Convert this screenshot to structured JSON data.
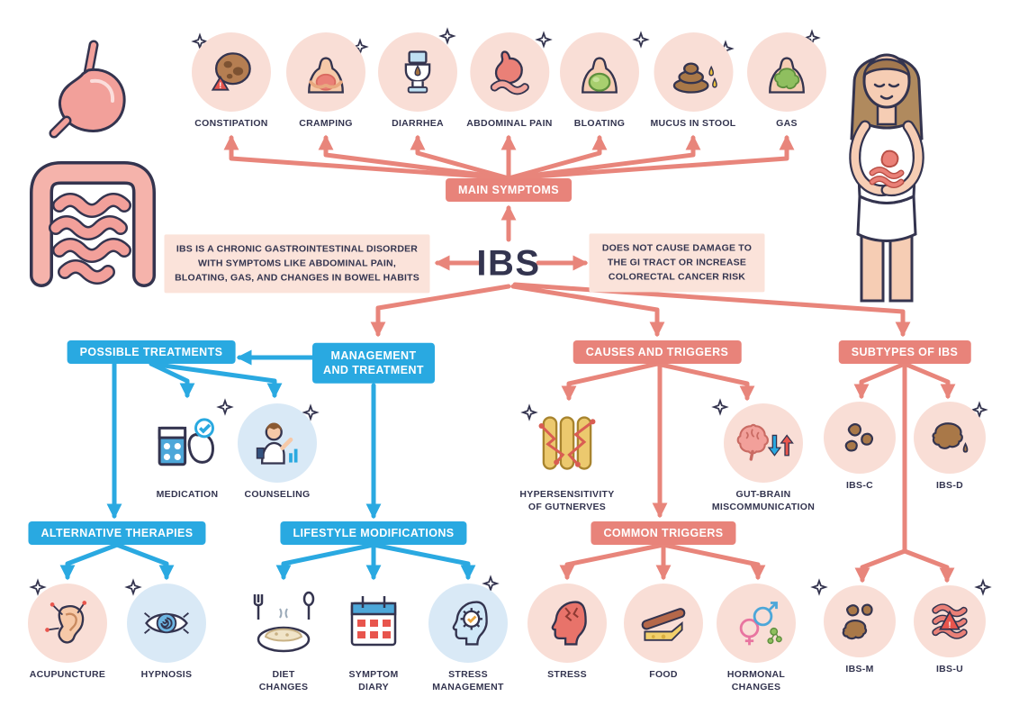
{
  "title": "IBS",
  "colors": {
    "accent_red": "#e8857b",
    "accent_blue": "#2aa9e1",
    "box_red": "#e8837a",
    "box_blue": "#29a9e1",
    "note_bg": "#fbe3da",
    "text_navy": "#33344f",
    "icon_pink_bg": "#f9ded6",
    "icon_blue_bg": "#d9e9f6"
  },
  "symptoms": {
    "header": "MAIN SYMPTOMS",
    "items": [
      {
        "label": "CONSTIPATION",
        "icon": "constipation-icon"
      },
      {
        "label": "CRAMPING",
        "icon": "cramping-icon"
      },
      {
        "label": "DIARRHEA",
        "icon": "diarrhea-icon"
      },
      {
        "label": "ABDOMINAL PAIN",
        "icon": "abdominal-pain-icon"
      },
      {
        "label": "BLOATING",
        "icon": "bloating-icon"
      },
      {
        "label": "MUCUS IN STOOL",
        "icon": "mucus-in-stool-icon"
      },
      {
        "label": "GAS",
        "icon": "gas-icon"
      }
    ]
  },
  "notes": {
    "definition": "IBS IS A CHRONIC GASTROINTESTINAL DISORDER WITH SYMPTOMS LIKE ABDOMINAL PAIN, BLOATING, GAS, AND CHANGES IN BOWEL HABITS",
    "reassurance": "DOES NOT CAUSE DAMAGE TO THE GI TRACT OR INCREASE COLORECTAL CANCER RISK"
  },
  "management": {
    "header": "MANAGEMENT AND TREATMENT"
  },
  "possible_treatments": {
    "header": "POSSIBLE TREATMENTS",
    "items": [
      {
        "label": "MEDICATION",
        "icon": "medication-icon"
      },
      {
        "label": "COUNSELING",
        "icon": "counseling-icon"
      }
    ]
  },
  "alternative_therapies": {
    "header": "ALTERNATIVE THERAPIES",
    "items": [
      {
        "label": "ACUPUNCTURE",
        "icon": "acupuncture-icon"
      },
      {
        "label": "HYPNOSIS",
        "icon": "hypnosis-icon"
      }
    ]
  },
  "lifestyle_modifications": {
    "header": "LIFESTYLE MODIFICATIONS",
    "items": [
      {
        "label": "DIET CHANGES",
        "icon": "diet-changes-icon"
      },
      {
        "label": "SYMPTOM DIARY",
        "icon": "symptom-diary-icon"
      },
      {
        "label": "STRESS MANAGEMENT",
        "icon": "stress-management-icon"
      }
    ]
  },
  "causes": {
    "header": "CAUSES AND TRIGGERS",
    "items": [
      {
        "label": "HYPERSENSITIVITY OF GUTNERVES",
        "icon": "gut-nerves-icon"
      },
      {
        "label": "GUT-BRAIN MISCOMMUNICATION",
        "icon": "gut-brain-icon"
      }
    ]
  },
  "common_triggers": {
    "header": "COMMON TRIGGERS",
    "items": [
      {
        "label": "STRESS",
        "icon": "stress-icon"
      },
      {
        "label": "FOOD",
        "icon": "food-icon"
      },
      {
        "label": "HORMONAL CHANGES",
        "icon": "hormonal-changes-icon"
      }
    ]
  },
  "subtypes": {
    "header": "SUBTYPES OF IBS",
    "items": [
      {
        "label": "IBS-C",
        "icon": "ibs-c-icon"
      },
      {
        "label": "IBS-D",
        "icon": "ibs-d-icon"
      },
      {
        "label": "IBS-M",
        "icon": "ibs-m-icon"
      },
      {
        "label": "IBS-U",
        "icon": "ibs-u-icon"
      }
    ]
  }
}
